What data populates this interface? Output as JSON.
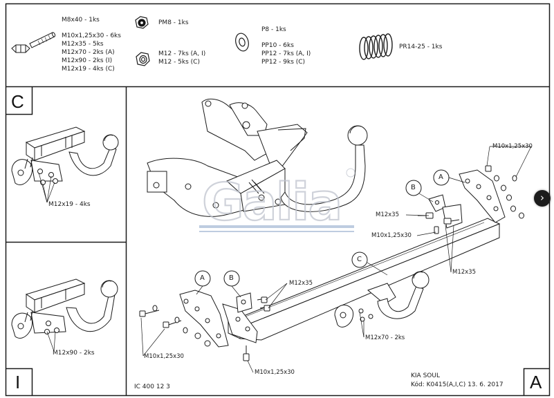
{
  "hardware": {
    "bolt_sizes": [
      "M8x40 - 1ks",
      "M10x1,25x30 - 6ks",
      "M12x35 - 5ks",
      "M12x70 - 2ks (A)",
      "M12x90 - 2ks (I)",
      "M12x19 - 4ks (C)"
    ],
    "nut_pm8": "PM8 - 1ks",
    "nuts_m12": [
      "M12 - 7ks (A, I)",
      "M12 - 5ks (C)"
    ],
    "washer_p8": "P8 - 1ks",
    "washers_pp": [
      "PP10 - 6ks",
      "PP12 - 7ks (A, I)",
      "PP12 - 9ks (C)"
    ],
    "spring_washer": "PR14-25 - 1ks"
  },
  "variants": {
    "c": {
      "letter": "C",
      "callout": "M12x19 - 4ks"
    },
    "i": {
      "letter": "I",
      "callout": "M12x90 - 2ks"
    },
    "a": {
      "letter": "A"
    }
  },
  "assembly": {
    "labels": {
      "a": "A",
      "b": "B",
      "c": "C"
    },
    "callouts": {
      "m10_top": "M10x1,25x30",
      "m12x35_upper": "M12x35",
      "m10_mid": "M10x1,25x30",
      "m12x35_right": "M12x35",
      "m12x35_left": "M12x35",
      "m10_left": "M10x1,25x30",
      "m12x70": "M12x70 - 2ks",
      "m10_bottom": "M10x1,25x30"
    }
  },
  "watermark": "Galia",
  "footer": {
    "drawing_no": "IC 400 12 3",
    "vehicle": "KIA SOUL",
    "code": "Kód: K0415(A,I,C)  13. 6. 2017"
  },
  "colors": {
    "line": "#1a1a1a",
    "watermark": "#c9ccd4",
    "watermark_bar": "#8fa7c8"
  }
}
